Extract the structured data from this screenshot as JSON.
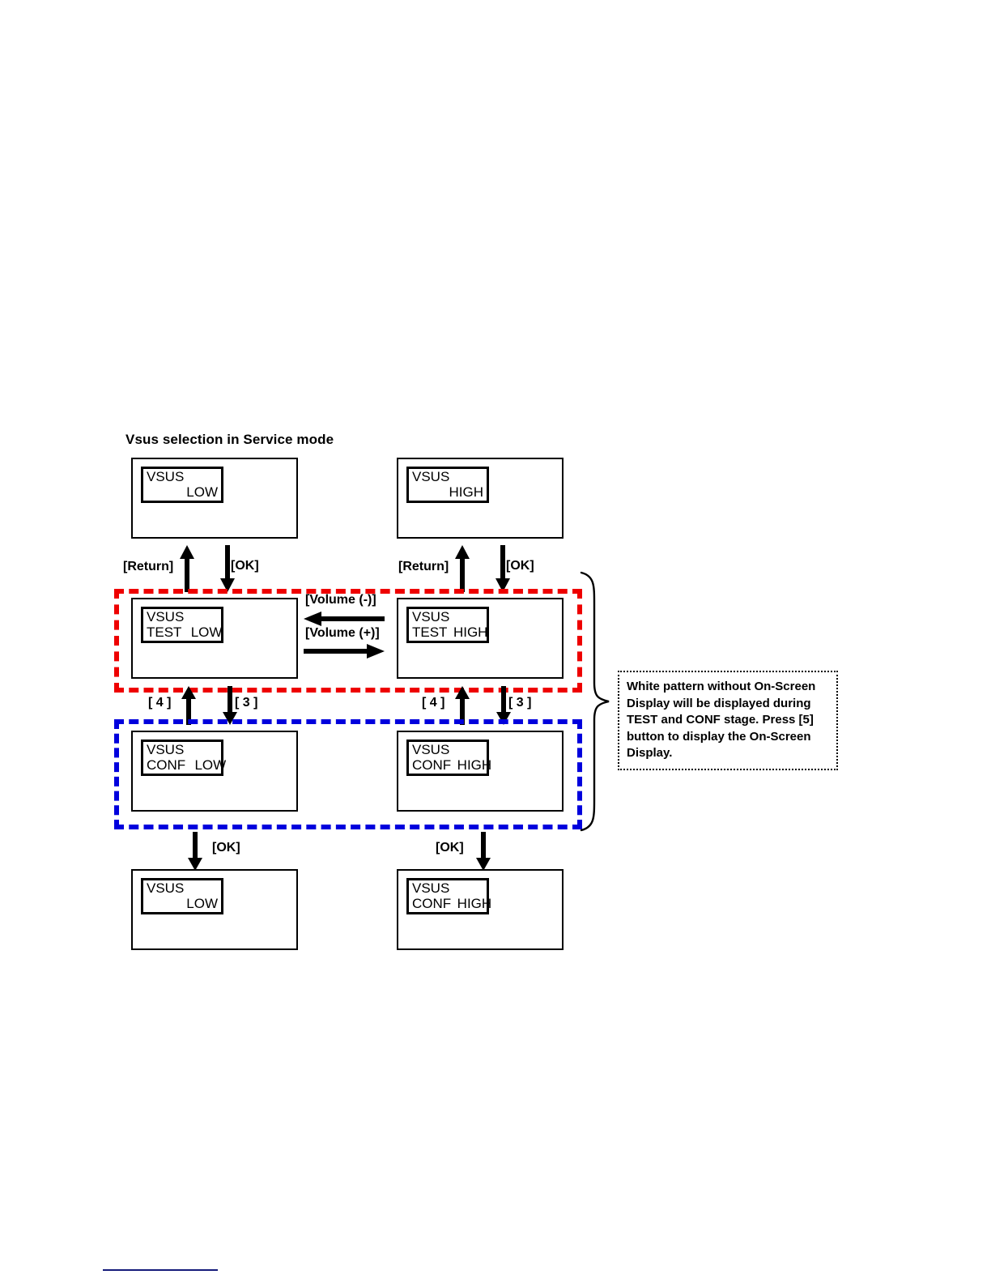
{
  "diagram": {
    "title": "Vsus selection in Service mode",
    "columns": [
      "LOW",
      "HIGH"
    ],
    "screens": {
      "top_low": {
        "line1": "VSUS",
        "line2": "LOW",
        "mode": "",
        "layout": "right"
      },
      "top_high": {
        "line1": "VSUS",
        "line2": "HIGH",
        "mode": "",
        "layout": "right"
      },
      "test_low": {
        "line1": "VSUS",
        "mode": "TEST",
        "value": "LOW",
        "layout": "mode"
      },
      "test_high": {
        "line1": "VSUS",
        "mode": "TEST",
        "value": "HIGH",
        "layout": "mode"
      },
      "conf_low": {
        "line1": "VSUS",
        "mode": "CONF",
        "value": "LOW",
        "layout": "mode"
      },
      "conf_high": {
        "line1": "VSUS",
        "mode": "CONF",
        "value": "HIGH",
        "layout": "mode"
      },
      "bottom_low": {
        "line1": "VSUS",
        "line2": "LOW",
        "mode": "",
        "layout": "right"
      },
      "bottom_high": {
        "line1": "VSUS",
        "mode": "CONF",
        "value": "HIGH",
        "layout": "mode"
      }
    },
    "transitions": {
      "return_left": "[Return]",
      "ok_left": "[OK]",
      "return_right": "[Return]",
      "ok_right": "[OK]",
      "four_left": "[ 4 ]",
      "three_left": "[ 3 ]",
      "four_right": "[ 4 ]",
      "three_right": "[ 3 ]",
      "volume_minus": "[Volume (-)]",
      "volume_plus": "[Volume (+)]",
      "ok_bottom_left": "[OK]",
      "ok_bottom_right": "[OK]"
    },
    "groups": {
      "test_stage_color": "#ee0000",
      "conf_stage_color": "#0000dd"
    },
    "note": "White pattern without On-Screen Display will be displayed during TEST and CONF stage. Press [5] button to display the On-Screen Display."
  }
}
